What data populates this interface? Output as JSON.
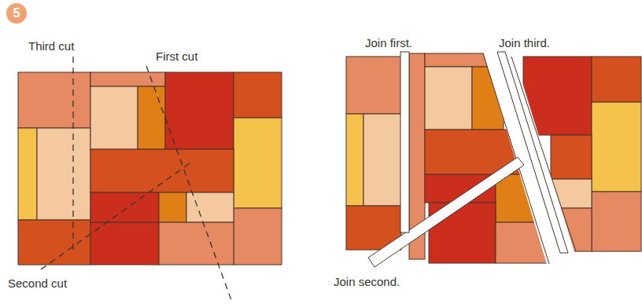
{
  "diagram": {
    "nodes": [
      {
        "text": [
          "5"
        ]
      }
    ],
    "labels": [
      "Third cut",
      "First cut",
      "Second cut",
      "Join first.",
      "Join third.",
      "Join second."
    ]
  }
}
